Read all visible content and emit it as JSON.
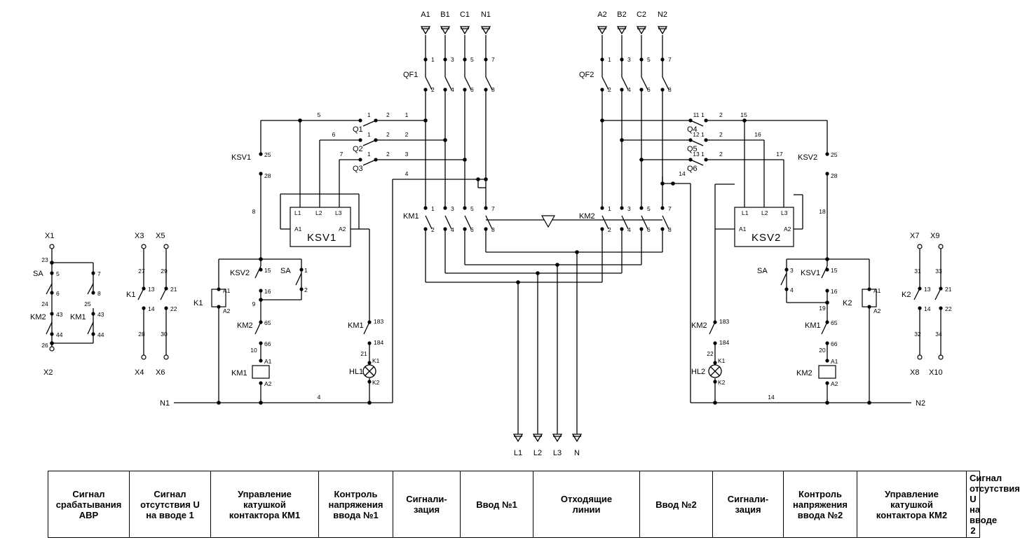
{
  "phase_inputs": {
    "input1": [
      "A1",
      "B1",
      "C1",
      "N1"
    ],
    "input2": [
      "A2",
      "B2",
      "C2",
      "N2"
    ]
  },
  "outputs": [
    "L1",
    "L2",
    "L3",
    "N"
  ],
  "breakers": [
    "QF1",
    "QF2"
  ],
  "contactors": [
    "KM1",
    "KM2"
  ],
  "switches": [
    "Q1",
    "Q2",
    "Q3",
    "Q4",
    "Q5",
    "Q6"
  ],
  "relays": [
    "KSV1",
    "KSV2"
  ],
  "relay_terminals": [
    "L1",
    "L2",
    "L3",
    "A1",
    "A2"
  ],
  "aux_relays": [
    "K1",
    "K2"
  ],
  "selector": "SA",
  "lamps": [
    "HL1",
    "HL2"
  ],
  "neutral_buses": [
    "N1",
    "N2"
  ],
  "terminals": [
    "X1",
    "X2",
    "X3",
    "X4",
    "X5",
    "X6",
    "X7",
    "X8",
    "X9",
    "X10"
  ],
  "pin_numbers": {
    "breaker_top": [
      "1",
      "3",
      "5",
      "7"
    ],
    "breaker_bottom": [
      "2",
      "4",
      "6",
      "8"
    ],
    "switch_in": "1",
    "switch_out": "2",
    "relay_contact": [
      "15",
      "16"
    ],
    "relay_nc": [
      "25",
      "28"
    ],
    "km_aux": [
      "65",
      "66"
    ],
    "km_signal": [
      "183",
      "184"
    ],
    "k_contacts": [
      "13",
      "14",
      "21",
      "22"
    ],
    "abr": [
      "5",
      "6",
      "7",
      "8",
      "43",
      "44"
    ],
    "sa_left": [
      "1",
      "2"
    ],
    "sa_right": [
      "3",
      "4"
    ],
    "coil": [
      "A1",
      "A2"
    ],
    "lamp": [
      "K1",
      "K2"
    ]
  },
  "wire_numbers": {
    "left": [
      "1",
      "2",
      "3",
      "4",
      "5",
      "6",
      "7",
      "8",
      "9",
      "10",
      "21",
      "23",
      "24",
      "26",
      "27",
      "28",
      "29",
      "30",
      "4"
    ],
    "right": [
      "11",
      "12",
      "13",
      "14",
      "15",
      "16",
      "17",
      "18",
      "19",
      "20",
      "22",
      "25",
      "31",
      "32",
      "33",
      "34",
      "14"
    ]
  },
  "legend": [
    "Сигнал\nсрабатывания\nАВР",
    "Сигнал\nотсутствия U\nна вводе 1",
    "Управление\nкатушкой\nконтактора КМ1",
    "Контроль\nнапряжения\nввода №1",
    "Сигнали-\nзация",
    "Ввод №1",
    "Отходящие\nлинии",
    "Ввод №2",
    "Сигнали-\nзация",
    "Контроль\nнапряжения\nввода №2",
    "Управление\nкатушкой\nконтактора КМ2",
    "Сигнал\nотсутствия U\nна вводе 2"
  ]
}
